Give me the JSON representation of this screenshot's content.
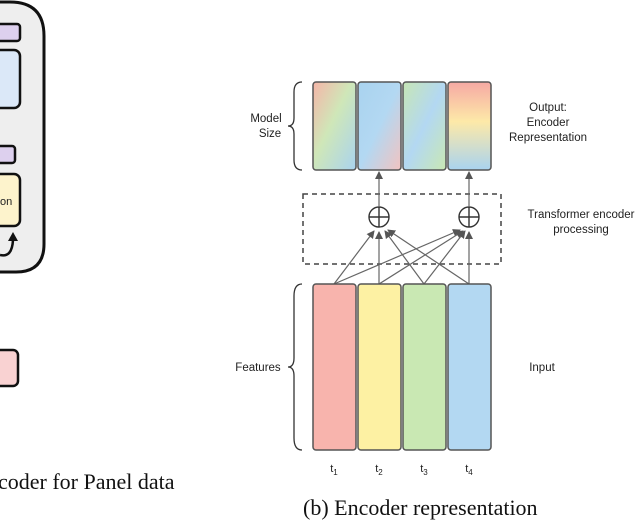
{
  "left_panel": {
    "partial_block_text": "on",
    "caption": "coder  for  Panel  data"
  },
  "right_panel": {
    "caption": "(b) Encoder representation",
    "labels": {
      "model_size_line1": "Model",
      "model_size_line2": "Size",
      "output_line1": "Output:",
      "output_line2": "Encoder",
      "output_line3": "Representation",
      "processing_line1": "Transformer encoder",
      "processing_line2": "processing",
      "features": "Features",
      "input": "Input"
    },
    "time_steps": [
      {
        "base": "t",
        "sub": "1"
      },
      {
        "base": "t",
        "sub": "2"
      },
      {
        "base": "t",
        "sub": "3"
      },
      {
        "base": "t",
        "sub": "4"
      }
    ],
    "colors": {
      "red": "#f8b4ad",
      "yellow": "#fdf1a3",
      "green": "#c9e8b3",
      "blue": "#b3d8f2",
      "left_panel_bg": "#eeeeee",
      "purple": "#ddd0ee",
      "light_blue": "#dbe8f8",
      "light_yellow": "#fdf3cc",
      "pink": "#f9d2d2"
    }
  }
}
